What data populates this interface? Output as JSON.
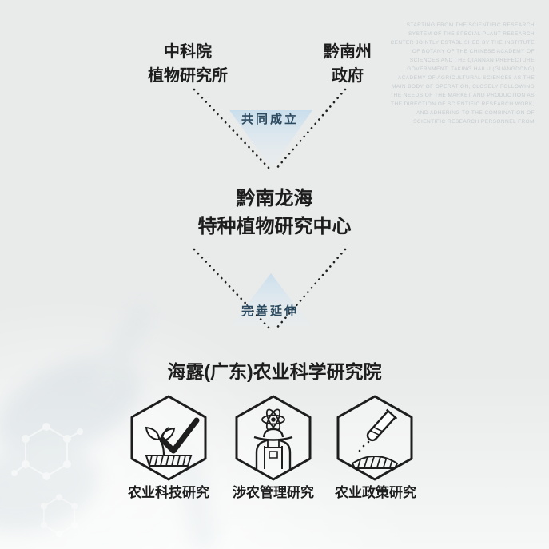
{
  "side_note": {
    "lines": [
      "STARTING FROM THE SCIENTIFIC RESEARCH",
      "SYSTEM OF THE SPECIAL PLANT RESEARCH",
      "CENTER JOINTLY ESTABLISHED BY THE INSTITUTE",
      "OF BOTANY OF THE CHINESE ACADEMY OF",
      "SCIENCES AND THE QIANNAN PREFECTURE",
      "GOVERNMENT, TAKING HAILU (GUANGDONG)",
      "ACADEMY OF AGRICULTURAL SCIENCES AS THE",
      "MAIN BODY OF OPERATION, CLOSELY FOLLOWING",
      "THE NEEDS OF THE MARKET AND PRODUCTION AS",
      "THE DIRECTION OF SCIENTIFIC RESEARCH WORK,",
      "AND ADHERING TO THE COMBINATION OF",
      "SCIENTIFIC RESEARCH PERSONNEL FROM"
    ]
  },
  "founders": {
    "left": {
      "line1": "中科院",
      "line2": "植物研究所"
    },
    "right": {
      "line1": "黔南州",
      "line2": "政府"
    }
  },
  "merge": {
    "label": "共同成立"
  },
  "center_org": {
    "line1": "黔南龙海",
    "line2": "特种植物研究中心"
  },
  "extend": {
    "label": "完善延伸"
  },
  "institute": {
    "name": "海露(广东)农业科学研究院"
  },
  "research_areas": [
    {
      "label": "农业科技研究",
      "icon": "sprout-checkmark-icon"
    },
    {
      "label": "涉农管理研究",
      "icon": "farmer-atom-icon"
    },
    {
      "label": "农业政策研究",
      "icon": "test-tube-soil-icon"
    }
  ],
  "colors": {
    "background": "#e9ebeb",
    "ink": "#1d1d1d",
    "connector_label_blue": "#2c4a60",
    "triangle_blue": "#c7ddec",
    "faint_text": "#c6cbcd"
  }
}
